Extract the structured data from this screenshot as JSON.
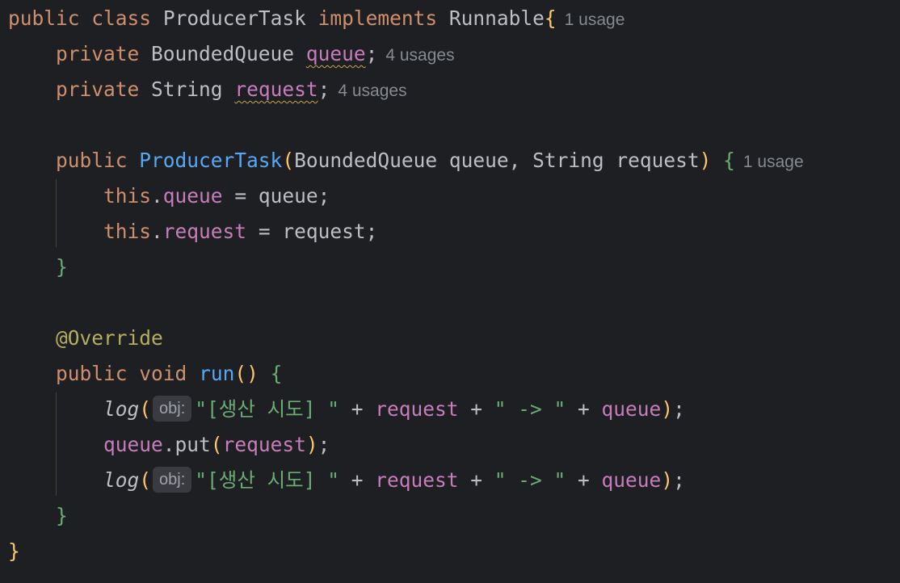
{
  "code": {
    "line1": {
      "kw_public": "public",
      "kw_class": "class",
      "class_name": "ProducerTask",
      "kw_implements": "implements",
      "iface": "Runnable",
      "open_brace": "{",
      "usage_hint": "1 usage"
    },
    "line2": {
      "kw_private": "private",
      "type": "BoundedQueue",
      "field": "queue",
      "semi": ";",
      "usage_hint": "4 usages"
    },
    "line3": {
      "kw_private": "private",
      "type": "String",
      "field": "request",
      "semi": ";",
      "usage_hint": "4 usages"
    },
    "line5": {
      "kw_public": "public",
      "ctor_name": "ProducerTask",
      "open_paren": "(",
      "params": "BoundedQueue queue, String request",
      "close_paren": ")",
      "open_brace": "{",
      "usage_hint": "1 usage"
    },
    "line6": {
      "kw_this": "this",
      "dot": ".",
      "field": "queue",
      "rest": " = queue;"
    },
    "line7": {
      "kw_this": "this",
      "dot": ".",
      "field": "request",
      "rest": " = request;"
    },
    "line8": {
      "close_brace": "}"
    },
    "line10": {
      "annotation": "@Override"
    },
    "line11": {
      "kw_public": "public",
      "kw_void": "void",
      "method": "run",
      "parens": "()",
      "open_brace": "{"
    },
    "line12": {
      "call": "log",
      "open_paren": "(",
      "param_hint": "obj:",
      "string1": "\"[생산 시도] \"",
      "plus1": " + ",
      "field1": "request",
      "plus2": " + ",
      "string2": "\" -> \"",
      "plus3": " + ",
      "field2": "queue",
      "close_paren": ")",
      "semi": ";"
    },
    "line13": {
      "field1": "queue",
      "mid": ".put",
      "open_paren": "(",
      "field2": "request",
      "close_paren": ")",
      "semi": ";"
    },
    "line14": {
      "call": "log",
      "open_paren": "(",
      "param_hint": "obj:",
      "string1": "\"[생산 시도] \"",
      "plus1": " + ",
      "field1": "request",
      "plus2": " + ",
      "string2": "\" -> \"",
      "plus3": " + ",
      "field2": "queue",
      "close_paren": ")",
      "semi": ";"
    },
    "line15": {
      "close_brace": "}"
    },
    "line16": {
      "close_brace": "}"
    }
  },
  "colors": {
    "background": "#1e1f22",
    "keyword": "#cf8e6d",
    "function": "#56a8f5",
    "field": "#c77dbb",
    "string": "#6aab73",
    "annotation": "#b3ae60",
    "plain": "#bcbec4",
    "hint": "#868a91"
  }
}
